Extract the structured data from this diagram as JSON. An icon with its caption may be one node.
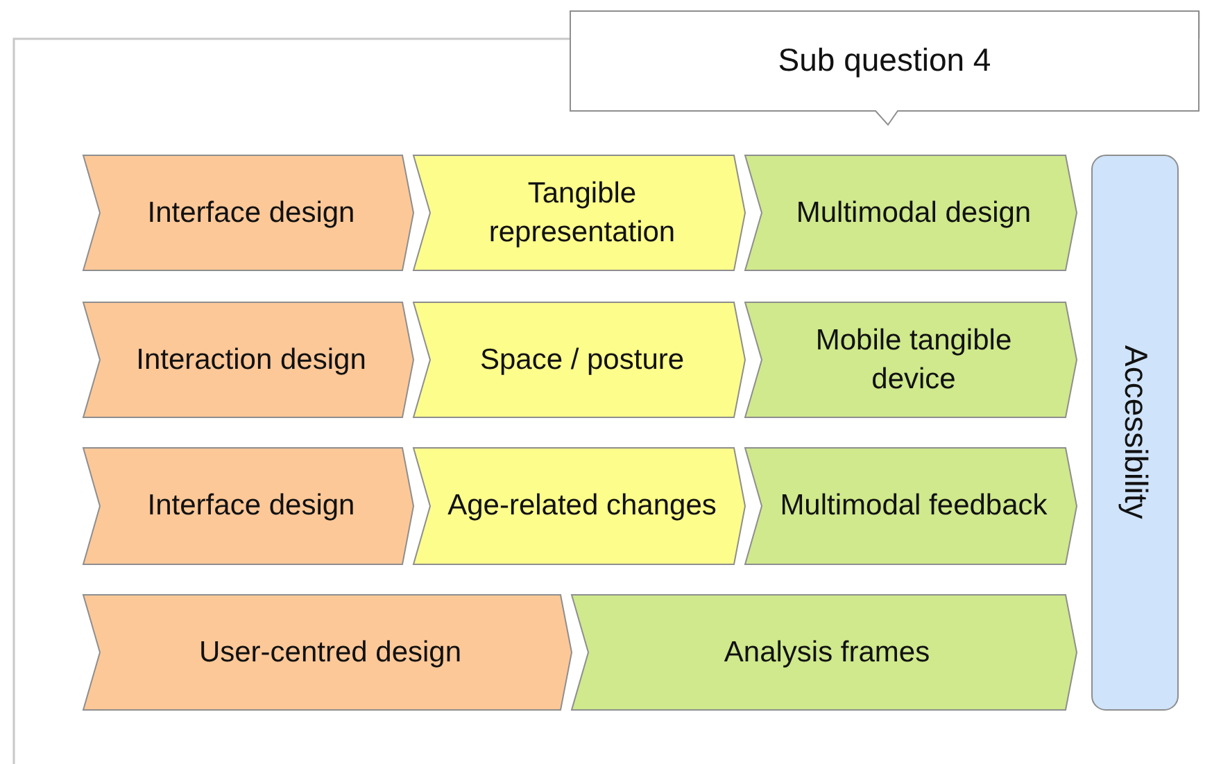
{
  "diagram": {
    "nodes": [
      {
        "text": [
          "Sub question 4"
        ]
      },
      {
        "text": [
          "Interface design"
        ]
      },
      {
        "text": [
          "Tangible representation"
        ]
      },
      {
        "text": [
          "Multimodal design"
        ]
      },
      {
        "text": [
          "Interaction design"
        ]
      },
      {
        "text": [
          "Space / posture"
        ]
      },
      {
        "text": [
          "Mobile tangible device"
        ]
      },
      {
        "text": [
          "Interface design"
        ]
      },
      {
        "text": [
          "Age-related changes"
        ]
      },
      {
        "text": [
          "Multimodal feedback"
        ]
      },
      {
        "text": [
          "User-centred design"
        ]
      },
      {
        "text": [
          "Analysis frames"
        ]
      },
      {
        "text": [
          "Accessibility"
        ]
      }
    ]
  }
}
